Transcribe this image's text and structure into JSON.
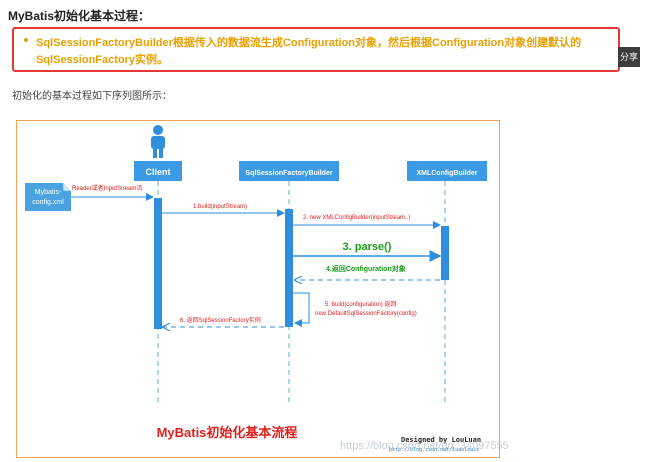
{
  "article": {
    "heading": "MyBatis初始化基本过程：",
    "callout": "SqlSessionFactoryBuilder根据传入的数据流生成Configuration对象，然后根据Configuration对象创建默认的SqlSessionFactory实例。",
    "intro": "初始化的基本过程如下序列图所示：",
    "share": "分享"
  },
  "diagram": {
    "participants": [
      "Client",
      "SqlSessionFactoryBuilder",
      "XMLConfigBuilder"
    ],
    "file_note": "Mybatis-config.xml",
    "file_note_line1": "Mybatis-",
    "file_note_line2": "config.xml",
    "reader_label": "Reader或者InputStream流",
    "msg1": "1.build(inputStream)",
    "msg2": "2. new XMLConfigBuilder(inputStream..)",
    "msg3": "3. parse()",
    "msg4": "4.返回Configuration对象",
    "msg5_line1": "5. build(configuration) 返回",
    "msg5_line2": "new DefaultSqlSessionFactory(config)",
    "msg6": "6. 返回SqlSessionFactory实例",
    "title": "MyBatis初始化基本流程",
    "credit_line1": "Designed by LouLuan",
    "credit_line2": "http://blog.csdn.net/luanlouis"
  },
  "watermark": "https://blog.csdn.net/qq_34097555",
  "colors": {
    "accent_red": "#e53935",
    "accent_orange": "#e8a100",
    "lifeline_blue": "#2f8fde",
    "message_red": "#e02020",
    "message_green": "#18a018"
  }
}
